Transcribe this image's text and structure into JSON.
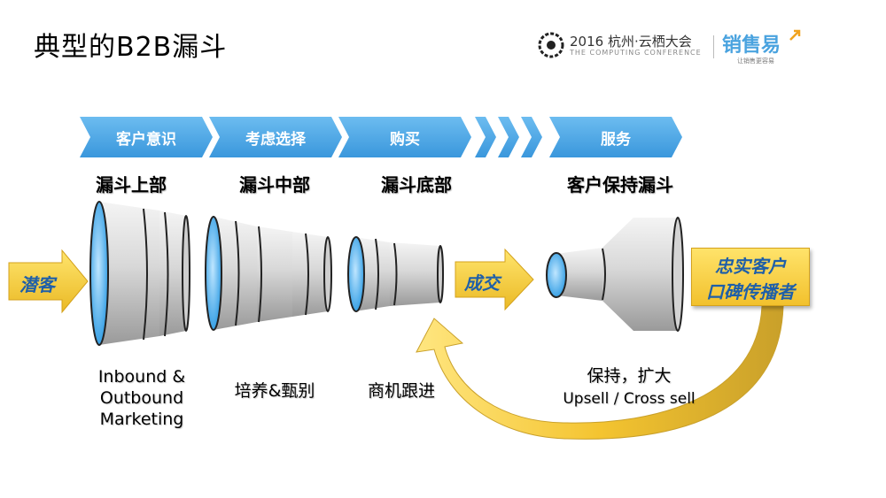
{
  "title": "典型的B2B漏斗",
  "event": {
    "name": "2016 杭州·云栖大会",
    "sub": "THE COMPUTING CONFERENCE"
  },
  "brand": {
    "name": "销售易",
    "tagline": "让销售更容易"
  },
  "stages": [
    "客户意识",
    "考虑选择",
    "购买",
    "服务"
  ],
  "sections": [
    "漏斗上部",
    "漏斗中部",
    "漏斗底部",
    "客户保持漏斗"
  ],
  "arrows": {
    "prospect": "潜客",
    "deal": "成交"
  },
  "loyal": {
    "line1": "忠实客户",
    "line2": "口碑传播者"
  },
  "bottom": {
    "top_line1": "Inbound &",
    "top_line2": "Outbound",
    "top_line3": "Marketing",
    "middle": "培养&甄别",
    "bottom": "商机跟进",
    "retain_line1": "保持，扩大",
    "retain_line2": "Upsell / Cross sell"
  },
  "colors": {
    "chevron": "#4ba7e6",
    "funnel_opening": "#4fb4ee",
    "yellow": "#f5c534",
    "text_blue": "#1f5fa8"
  }
}
